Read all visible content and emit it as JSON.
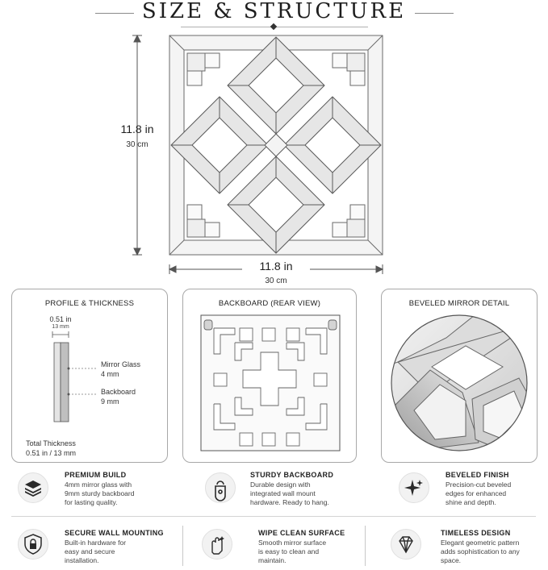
{
  "header": {
    "title": "SIZE & STRUCTURE"
  },
  "dimensions": {
    "height_in": "11.8 in",
    "height_cm": "30 cm",
    "width_in": "11.8 in",
    "width_cm": "30 cm"
  },
  "profile": {
    "title": "PROFILE & THICKNESS",
    "top_in": "0.51 in",
    "top_mm": "13 mm",
    "mirror_label": "Mirror Glass",
    "mirror_value": "4 mm",
    "backboard_label": "Backboard",
    "backboard_value": "9 mm",
    "total_label": "Total Thickness",
    "total_value": "0.51 in / 13 mm"
  },
  "backboard": {
    "title": "BACKBOARD (REAR VIEW)"
  },
  "bevel": {
    "title": "BEVELED MIRROR DETAIL"
  },
  "features": [
    {
      "title": "PREMIUM BUILD",
      "desc": [
        "4mm mirror glass with",
        "9mm sturdy backboard",
        "for lasting quality."
      ],
      "icon": "layers-icon"
    },
    {
      "title": "STURDY BACKBOARD",
      "desc": [
        "Durable design with",
        "integrated wall mount",
        "hardware. Ready to hang."
      ],
      "icon": "hanger-icon"
    },
    {
      "title": "BEVELED FINISH",
      "desc": [
        "Precision-cut beveled",
        "edges for enhanced",
        "shine and depth."
      ],
      "icon": "sparkle-icon"
    },
    {
      "title": "SECURE WALL MOUNTING",
      "desc": [
        "Built-in hardware for",
        "easy and secure",
        "installation."
      ],
      "icon": "shield-lock-icon"
    },
    {
      "title": "WIPE CLEAN SURFACE",
      "desc": [
        "Smooth mirror surface",
        "is easy to clean and",
        "maintain."
      ],
      "icon": "wipe-hand-icon"
    },
    {
      "title": "TIMELESS DESIGN",
      "desc": [
        "Elegant geometric pattern",
        "adds sophistication to any",
        "space."
      ],
      "icon": "diamond-icon"
    }
  ],
  "colors": {
    "line": "#555555",
    "card_border": "#a8a8a8",
    "icon_bg": "#f2f2f2"
  }
}
